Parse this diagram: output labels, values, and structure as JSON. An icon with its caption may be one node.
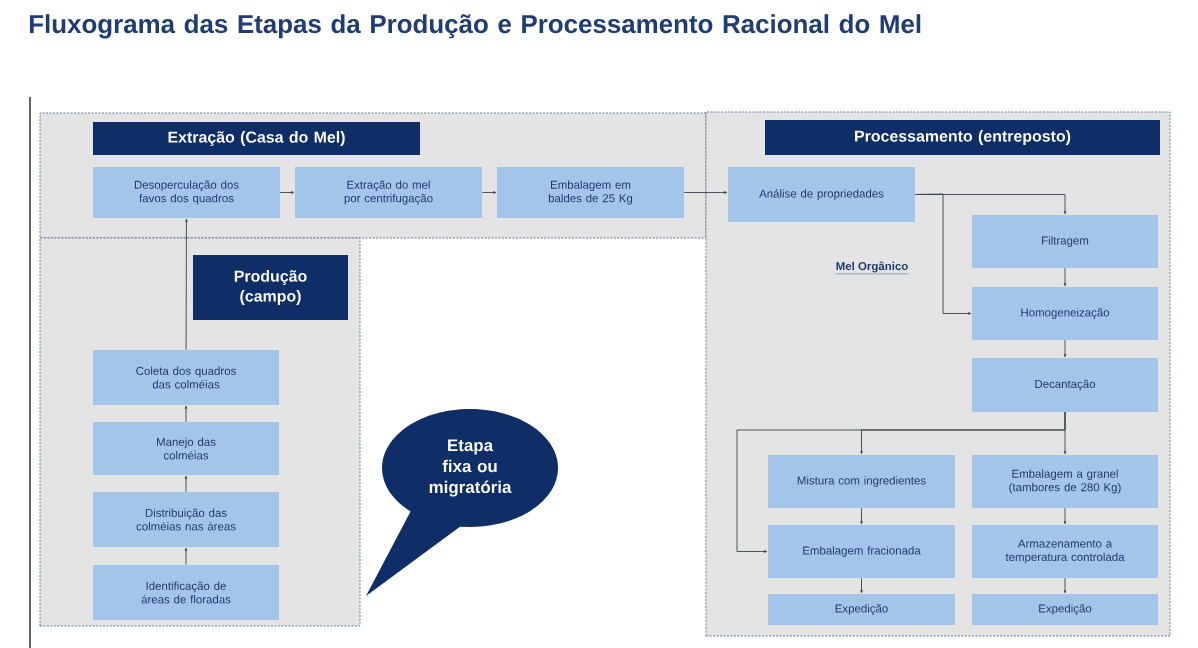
{
  "diagram": {
    "title": "Fluxograma das Etapas da Produção e Processamento Racional do Mel",
    "nodes": [
      {
        "text": [
          "Extração (Casa do Mel)"
        ]
      },
      {
        "text": [
          "Desoperculação dos favos dos quadros"
        ],
        "in": 0
      },
      {
        "text": [
          "Extração do mel por centrifugação"
        ],
        "in": 0
      },
      {
        "text": [
          "Embalagem em baldes de 25 Kg"
        ],
        "in": 0
      },
      {
        "text": [
          "Produção (campo)"
        ]
      },
      {
        "text": [
          "Coleta dos quadros das colméias"
        ],
        "in": 4
      },
      {
        "text": [
          "Manejo das colméias"
        ],
        "in": 4
      },
      {
        "text": [
          "Distribuição das colméias nas áreas"
        ],
        "in": 4
      },
      {
        "text": [
          "Identificação de áreas de floradas"
        ],
        "in": 4
      },
      {
        "text": [
          "Processamento (entreposto)"
        ]
      },
      {
        "text": [
          "Análise de propriedades"
        ],
        "in": 9
      },
      {
        "text": [
          "Filtragem"
        ],
        "in": 9
      },
      {
        "text": [
          "Homogeneização"
        ],
        "in": 9
      },
      {
        "text": [
          "Decantação"
        ],
        "in": 9
      },
      {
        "text": [
          "Mistura com ingredientes"
        ],
        "in": 9
      },
      {
        "text": [
          "Embalagem a granel (tambores de 280 Kg)"
        ],
        "in": 9
      },
      {
        "text": [
          "Embalagem fracionada"
        ],
        "in": 9
      },
      {
        "text": [
          "Armazenamento a temperatura controlada"
        ],
        "in": 9
      },
      {
        "text": [
          "Expedição"
        ],
        "in": 9
      },
      {
        "text": [
          "Expedição"
        ],
        "in": 9
      },
      {
        "text": [
          "Etapa fixa ou migratória"
        ]
      }
    ],
    "edges": [
      {
        "from": 1,
        "to": 2,
        "arrow": "to"
      },
      {
        "from": 2,
        "to": 3,
        "arrow": "to"
      },
      {
        "from": 3,
        "to": 10,
        "arrow": "to"
      },
      {
        "from": 8,
        "to": 7,
        "arrow": "to"
      },
      {
        "from": 7,
        "to": 6,
        "arrow": "to"
      },
      {
        "from": 6,
        "to": 5,
        "arrow": "to"
      },
      {
        "from": 5,
        "to": 1,
        "arrow": "to"
      },
      {
        "from": 10,
        "to": 11,
        "arrow": "to"
      },
      {
        "from": 10,
        "to": 12,
        "arrow": "to",
        "label": "Mel Orgânico"
      },
      {
        "from": 11,
        "to": 12,
        "arrow": "to"
      },
      {
        "from": 12,
        "to": 13,
        "arrow": "to"
      },
      {
        "from": 13,
        "to": 14,
        "arrow": "to"
      },
      {
        "from": 13,
        "to": 15,
        "arrow": "to"
      },
      {
        "from": 13,
        "to": 16,
        "arrow": "to"
      },
      {
        "from": 14,
        "to": 16,
        "arrow": "to"
      },
      {
        "from": 16,
        "to": 18,
        "arrow": "to"
      },
      {
        "from": 15,
        "to": 17,
        "arrow": "to"
      },
      {
        "from": 17,
        "to": 19,
        "arrow": "to"
      }
    ]
  }
}
